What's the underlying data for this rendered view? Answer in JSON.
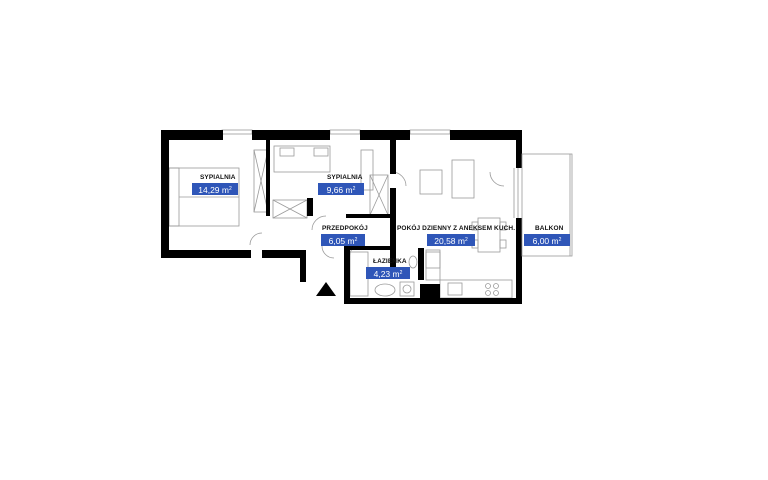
{
  "rooms": [
    {
      "key": "bedroom1",
      "name": "SYPIALNIA",
      "area": "14,29 m",
      "unit_sup": "2"
    },
    {
      "key": "bedroom2",
      "name": "SYPIALNIA",
      "area": "9,66 m",
      "unit_sup": "2"
    },
    {
      "key": "hall",
      "name": "PRZEDPOKÓJ",
      "area": "6,05 m",
      "unit_sup": "2"
    },
    {
      "key": "living",
      "name": "POKÓJ DZIENNY Z ANEKSEM KUCH.",
      "area": "20,58 m",
      "unit_sup": "2"
    },
    {
      "key": "bathroom",
      "name": "ŁAZIENKA",
      "area": "4,23 m",
      "unit_sup": "2"
    },
    {
      "key": "balcony",
      "name": "BALKON",
      "area": "6,00 m",
      "unit_sup": "2"
    }
  ],
  "colors": {
    "wall": "#000000",
    "badge": "#2f56b8",
    "furniture": "#9a9a9a"
  },
  "icons": {
    "entrance": "entrance-triangle-icon"
  }
}
